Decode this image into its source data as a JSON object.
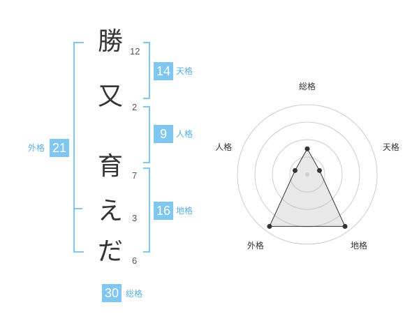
{
  "name": {
    "chars": [
      {
        "char": "勝",
        "strokes": "12"
      },
      {
        "char": "又",
        "strokes": "2"
      },
      {
        "char": "育",
        "strokes": "7"
      },
      {
        "char": "え",
        "strokes": "3"
      },
      {
        "char": "だ",
        "strokes": "6"
      }
    ]
  },
  "fortunes": {
    "tenkaku": {
      "value": "14",
      "label": "天格"
    },
    "jinkaku": {
      "value": "9",
      "label": "人格"
    },
    "chikaku": {
      "value": "16",
      "label": "地格"
    },
    "gaikaku": {
      "value": "21",
      "label": "外格"
    },
    "soukaku": {
      "value": "30",
      "label": "総格"
    }
  },
  "chart_data": {
    "type": "radar",
    "axes": [
      "総格",
      "天格",
      "地格",
      "外格",
      "人格"
    ],
    "values": [
      2,
      1,
      5,
      5,
      1
    ],
    "max": 5,
    "rings": 4
  },
  "colors": {
    "accent": "#7fc6f0"
  }
}
